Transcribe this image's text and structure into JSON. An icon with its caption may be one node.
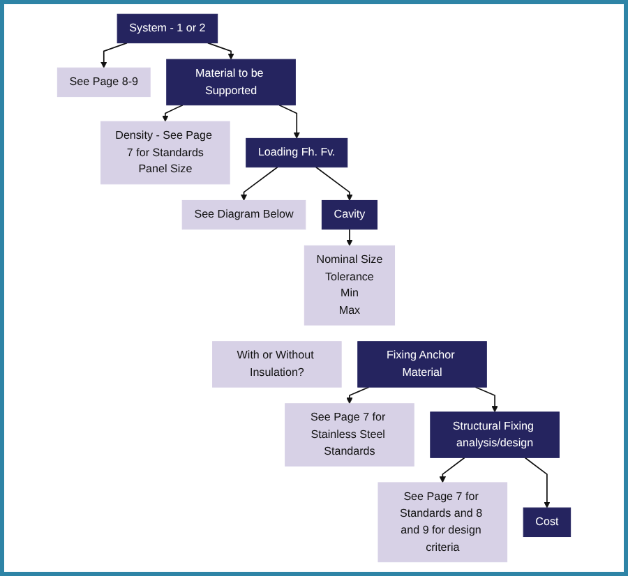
{
  "diagram": {
    "nodes": [
      {
        "text": [
          "See Page 8-9"
        ]
      },
      {
        "text": [
          "System - 1 or 2"
        ]
      },
      {
        "text": [
          "Material to be Supported"
        ]
      },
      {
        "text": [
          "Density - See Page 7 for Standards",
          "Panel Size"
        ]
      },
      {
        "text": [
          "See Diagram Below"
        ]
      },
      {
        "text": [
          "Loading Fh. Fv."
        ]
      },
      {
        "text": [
          "Cavity"
        ]
      },
      {
        "text": [
          "Nominal Size",
          "Tolerance",
          "Min",
          "Max"
        ]
      },
      {
        "text": [
          "With or Without Insulation?"
        ]
      },
      {
        "text": [
          "See Page 7 for Stainless Steel Standards"
        ]
      },
      {
        "text": [
          "Fixing Anchor Material"
        ]
      },
      {
        "text": [
          "Structural Fixing analysis/design"
        ]
      },
      {
        "text": [
          "See Page 7 for Standards and 8 and 9 for design criteria"
        ]
      },
      {
        "text": [
          "Cost"
        ]
      }
    ],
    "edges": [
      {
        "from": 1,
        "to": 0,
        "arrow": "to"
      },
      {
        "from": 1,
        "to": 2,
        "arrow": "to"
      },
      {
        "from": 2,
        "to": 3,
        "arrow": "to"
      },
      {
        "from": 2,
        "to": 5,
        "arrow": "to"
      },
      {
        "from": 5,
        "to": 4,
        "arrow": "to"
      },
      {
        "from": 5,
        "to": 6,
        "arrow": "to"
      },
      {
        "from": 6,
        "to": 7,
        "arrow": "to"
      },
      {
        "from": 10,
        "to": 9,
        "arrow": "to"
      },
      {
        "from": 10,
        "to": 11,
        "arrow": "to"
      },
      {
        "from": 11,
        "to": 12,
        "arrow": "to"
      },
      {
        "from": 11,
        "to": 13,
        "arrow": "to"
      }
    ]
  }
}
